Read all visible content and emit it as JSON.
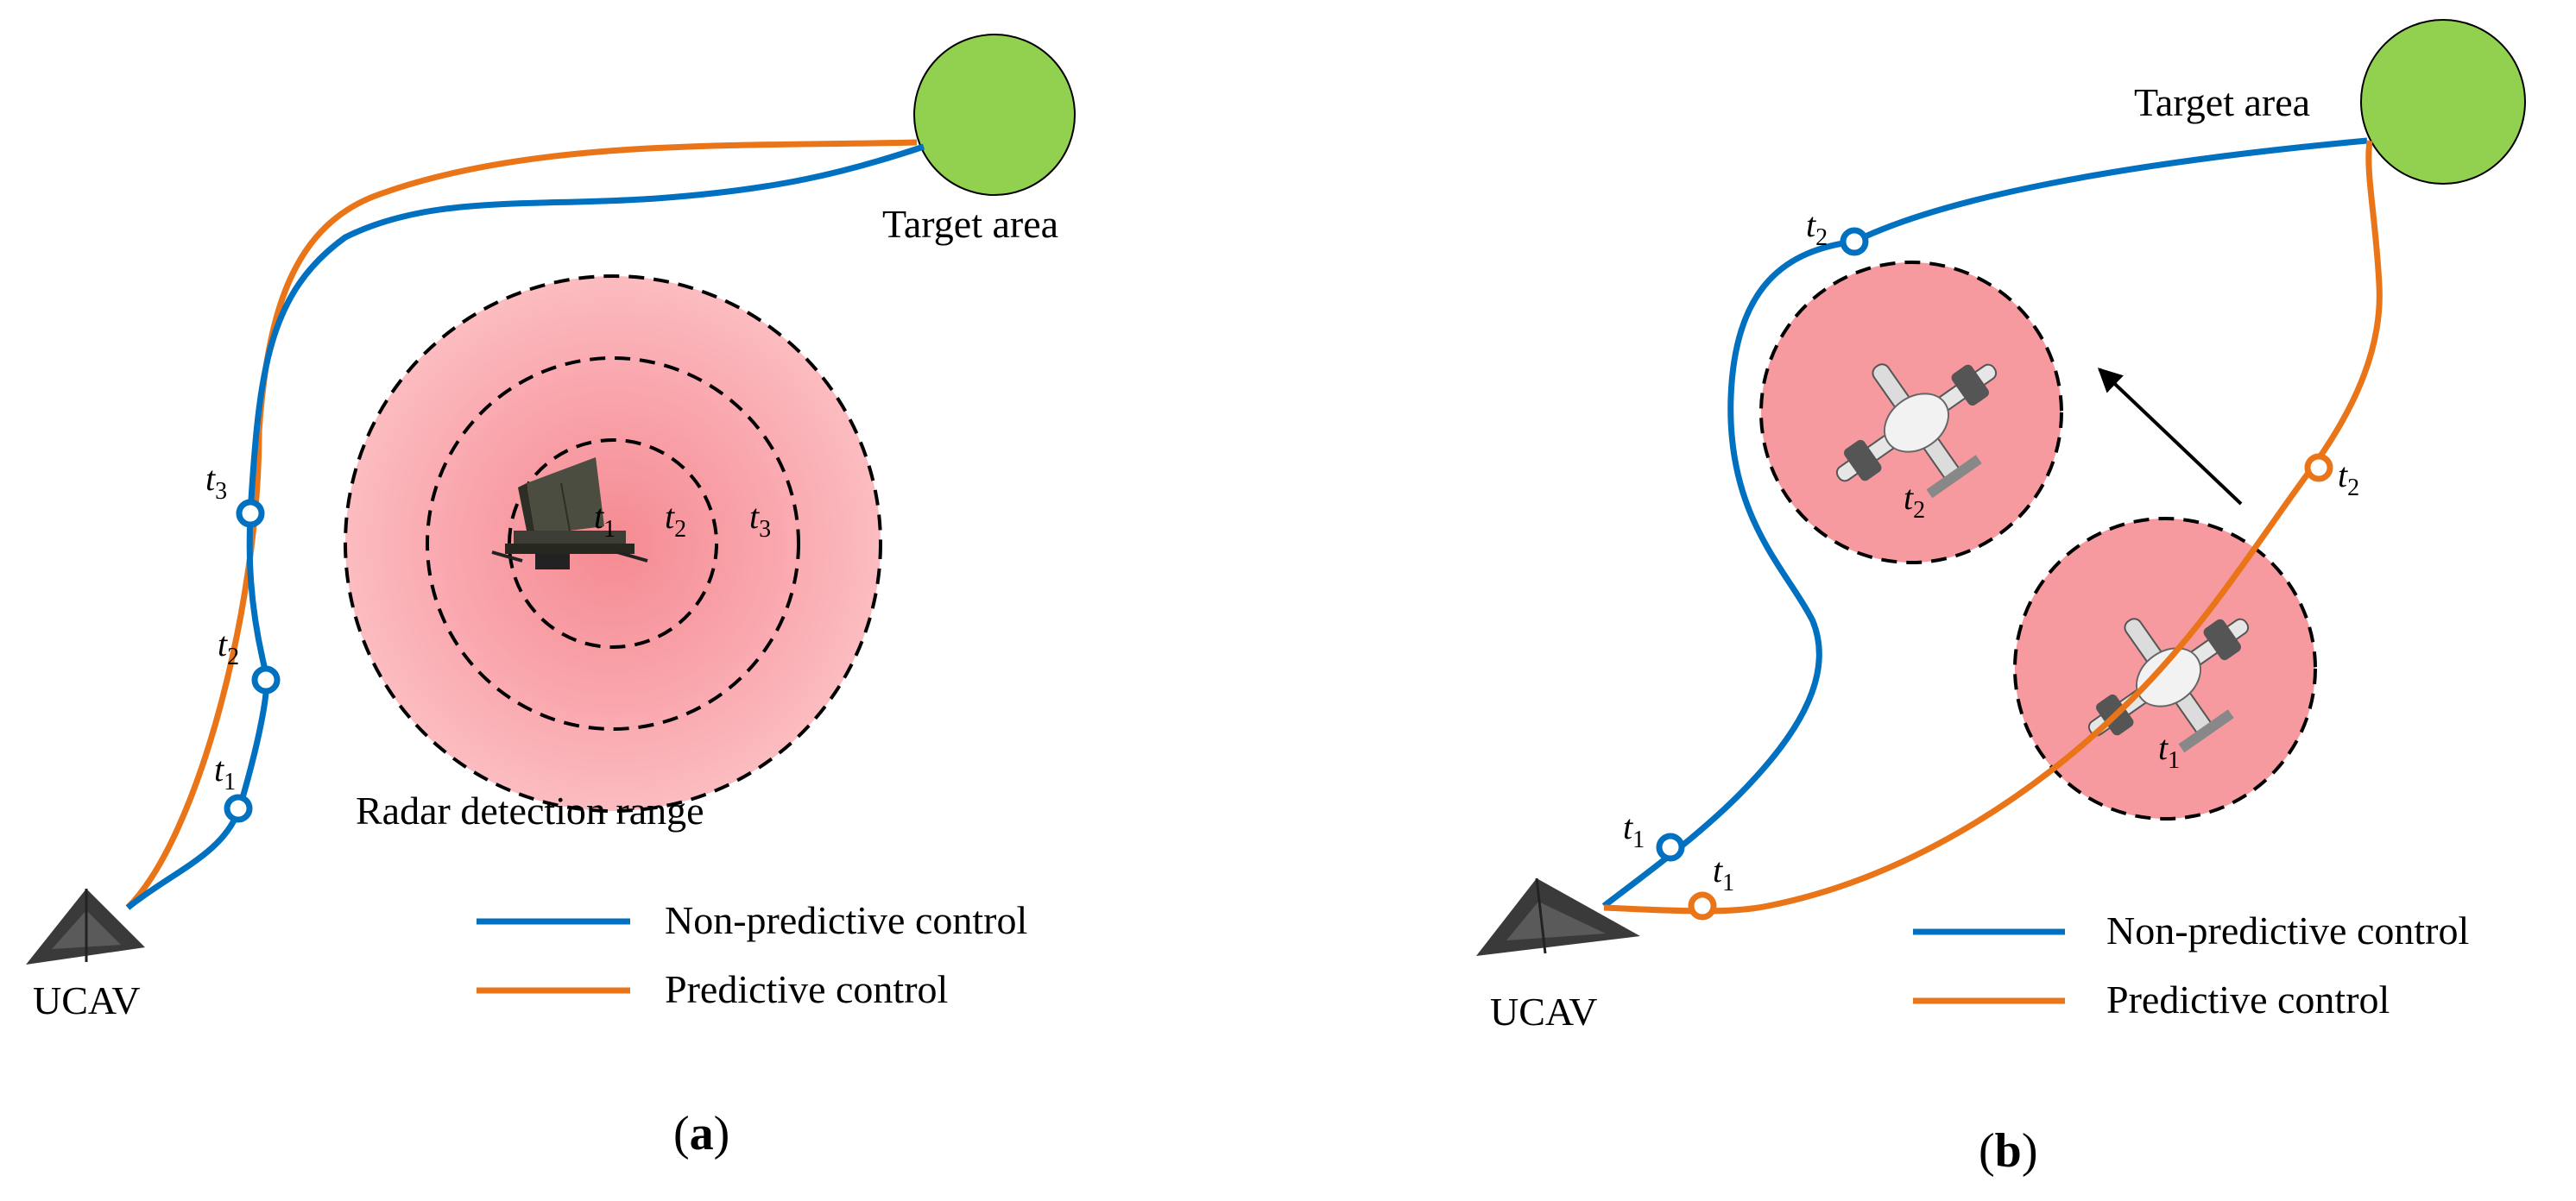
{
  "colors": {
    "non_predictive": "#0070c0",
    "predictive": "#e97518",
    "target": "#92d050",
    "threat_fill": "#f79a9f",
    "radar_ring": "#fbbcc0",
    "ucav": "#3a3a3a"
  },
  "panel_a": {
    "label_open": "(",
    "label_letter": "a",
    "label_close": ")",
    "target_label": "Target area",
    "ucav_label": "UCAV",
    "radar_label": "Radar detection range",
    "radar_ring_labels": [
      {
        "t": "t",
        "sub": "1"
      },
      {
        "t": "t",
        "sub": "2"
      },
      {
        "t": "t",
        "sub": "3"
      }
    ],
    "path_markers": [
      {
        "t": "t",
        "sub": "3"
      },
      {
        "t": "t",
        "sub": "2"
      },
      {
        "t": "t",
        "sub": "1"
      }
    ],
    "legend": [
      {
        "label": "Non-predictive control",
        "color": "#0070c0"
      },
      {
        "label": "Predictive control",
        "color": "#e97518"
      }
    ]
  },
  "panel_b": {
    "label_open": "(",
    "label_letter": "b",
    "label_close": ")",
    "target_label": "Target area",
    "ucav_label": "UCAV",
    "threats": [
      {
        "t": "t",
        "sub": "2"
      },
      {
        "t": "t",
        "sub": "1"
      }
    ],
    "non_predictive_markers": [
      {
        "t": "t",
        "sub": "2"
      },
      {
        "t": "t",
        "sub": "1"
      }
    ],
    "predictive_markers": [
      {
        "t": "t",
        "sub": "2"
      },
      {
        "t": "t",
        "sub": "1"
      }
    ],
    "legend": [
      {
        "label": "Non-predictive control",
        "color": "#0070c0"
      },
      {
        "label": "Predictive control",
        "color": "#e97518"
      }
    ]
  }
}
